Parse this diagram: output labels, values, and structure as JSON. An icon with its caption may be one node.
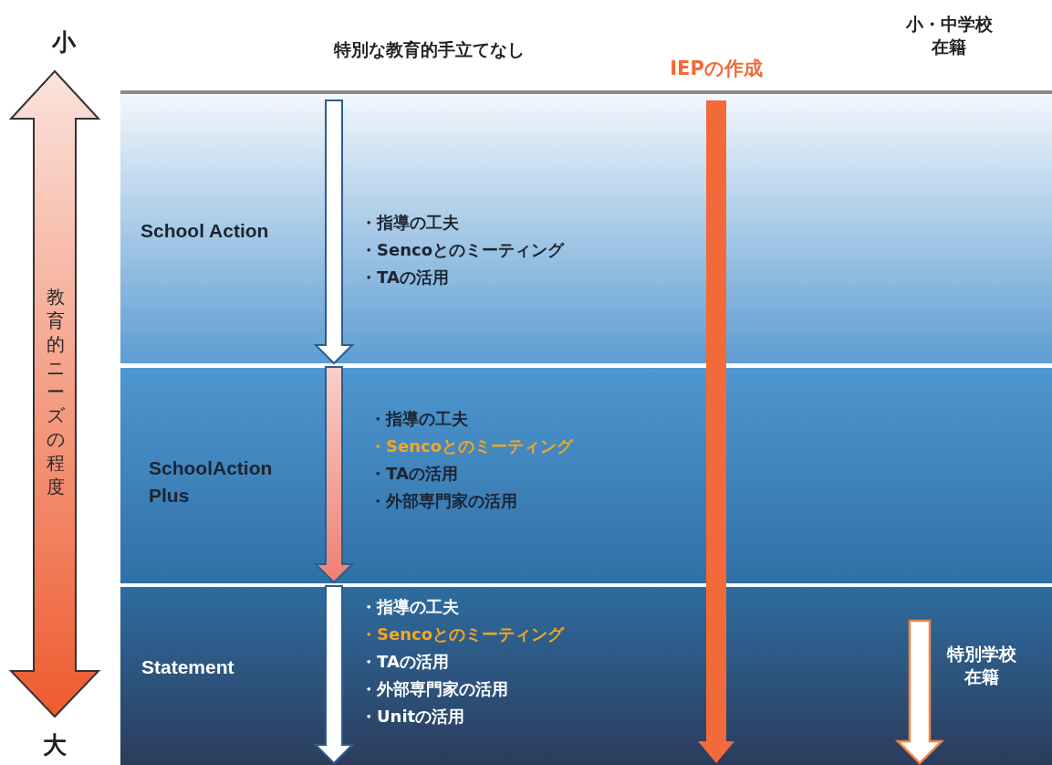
{
  "diagram": {
    "nodes": [
      {
        "text": [
          "School Action",
          "・指導の工夫",
          "・Sencoとのミーティング",
          "・TAの活用"
        ]
      },
      {
        "text": [
          "SchoolAction Plus",
          "・指導の工夫",
          "・Sencoとのミーティング",
          "・TAの活用",
          "・外部専門家の活用"
        ]
      },
      {
        "text": [
          "Statement",
          "・指導の工夫",
          "・Sencoとのミーティング",
          "・TAの活用",
          "・外部専門家の活用",
          "・Unitの活用"
        ]
      }
    ],
    "labels": [
      "小",
      "特別な教育的手立てなし",
      "IEPの作成",
      "小・中学校在籍",
      "教育的ニーズの程度",
      "特別学校在籍",
      "大"
    ]
  }
}
